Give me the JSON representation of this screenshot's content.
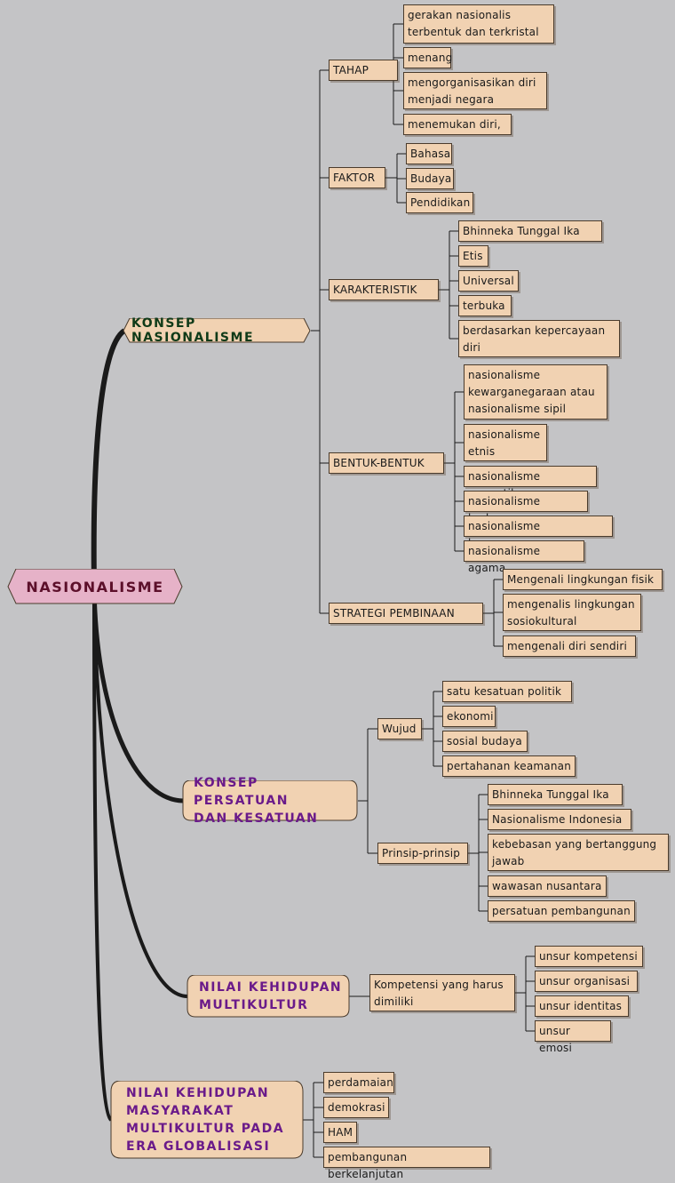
{
  "root": {
    "label": "NASIONALISME"
  },
  "topics": [
    {
      "label": "KONSEP  NASIONALISME",
      "branches": [
        {
          "label": "TAHAP",
          "items": [
            "gerakan nasionalis terbentuk dan terkristal",
            "menang",
            "mengorganisasikan diri menjadi negara",
            "menemukan  diri,"
          ]
        },
        {
          "label": "FAKTOR",
          "items": [
            "Bahasa",
            "Budaya",
            "Pendidikan"
          ]
        },
        {
          "label": "KARAKTERISTIK",
          "items": [
            "Bhinneka  Tunggal  Ika",
            "Etis",
            "Universal",
            "terbuka",
            "berdasarkan kepercayaan diri"
          ]
        },
        {
          "label": "BENTUK-BENTUK",
          "items": [
            "nasionalisme kewarganegaraan atau nasionalisme sipil",
            "nasionalisme etnis",
            "nasionalisme romantik",
            "nasionalisme budaya",
            "nasionalisme kenegaraan",
            "nasionalisme agama"
          ]
        },
        {
          "label": "STRATEGI PEMBINAAN",
          "items": [
            "Mengenali lingkungan fisik",
            "mengenalis lingkungan sosiokultural",
            "mengenali diri sendiri"
          ]
        }
      ]
    },
    {
      "label": "KONSEP  PERSATUAN\nDAN   KESATUAN",
      "branches": [
        {
          "label": "Wujud",
          "items": [
            "satu kesatuan politik",
            "ekonomi",
            "sosial budaya",
            "pertahanan keamanan"
          ]
        },
        {
          "label": "Prinsip-prinsip",
          "items": [
            "Bhinneka Tunggal Ika",
            "Nasionalisme Indonesia",
            "kebebasan yang bertanggung jawab",
            "wawasan nusantara",
            "persatuan pembangunan"
          ]
        }
      ]
    },
    {
      "label": "NILAI   KEHIDUPAN\nMULTIKULTUR",
      "branches": [
        {
          "label": "Kompetensi yang harus dimiliki",
          "items": [
            "unsur kompetensi",
            "unsur organisasi",
            "unsur identitas",
            "unsur emosi"
          ]
        }
      ]
    },
    {
      "label": "NILAI    KEHIDUPAN\nMASYARAKAT\nMULTIKULTUR   PADA\nERA   GLOBALISASI",
      "items": [
        "perdamaian",
        "demokrasi",
        "HAM",
        "pembangunan berkelanjutan"
      ]
    }
  ],
  "colors": {
    "box_fill": "#f1d2b2",
    "root_fill": "#e6b2c8",
    "background": "#c4c4c6",
    "topic_text_green": "#0f3a18",
    "topic_text_purple": "#6a1a8a",
    "root_text": "#5c0f2a"
  }
}
